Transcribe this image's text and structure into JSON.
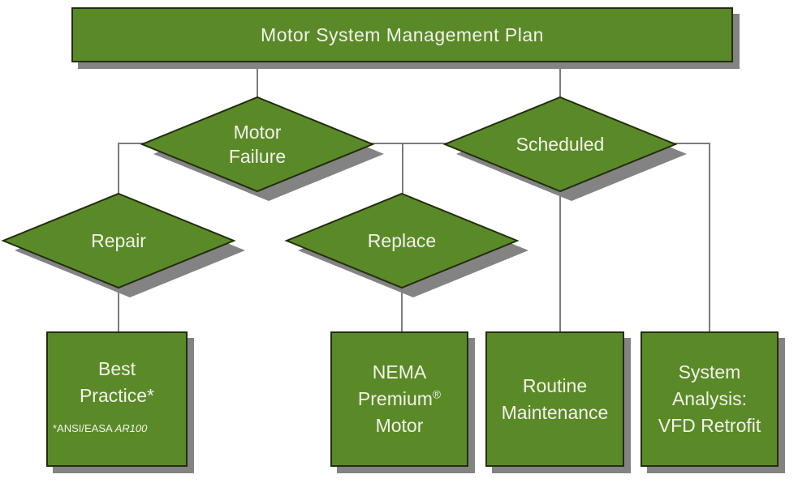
{
  "diagram_type": "flowchart",
  "title": "Motor System Management Plan",
  "nodes": {
    "root": {
      "label": "Motor System Management Plan"
    },
    "motor_failure": {
      "line1": "Motor",
      "line2": "Failure"
    },
    "scheduled": {
      "label": "Scheduled"
    },
    "repair": {
      "label": "Repair"
    },
    "replace": {
      "label": "Replace"
    },
    "best_practice": {
      "line1": "Best",
      "line2": "Practice*",
      "footnote_prefix": "*ANSI/EASA ",
      "footnote_standard": "AR100"
    },
    "nema_premium_motor": {
      "line1": "NEMA",
      "line2": "Premium",
      "registered_symbol": "®",
      "line3": "Motor"
    },
    "routine_maintenance": {
      "line1": "Routine",
      "line2": "Maintenance"
    },
    "system_analysis": {
      "line1": "System",
      "line2": "Analysis:",
      "line3": "VFD Retrofit"
    }
  },
  "edges": [
    {
      "from": "Motor System Management Plan",
      "to": "Motor Failure"
    },
    {
      "from": "Motor System Management Plan",
      "to": "Scheduled"
    },
    {
      "from": "Motor Failure",
      "to": "Repair"
    },
    {
      "from": "Motor Failure",
      "to": "Replace"
    },
    {
      "from": "Repair",
      "to": "Best Practice*"
    },
    {
      "from": "Replace",
      "to": "NEMA Premium® Motor"
    },
    {
      "from": "Scheduled",
      "to": "Routine Maintenance"
    },
    {
      "from": "Scheduled",
      "to": "System Analysis: VFD Retrofit"
    }
  ],
  "colors": {
    "node_fill": "#5a8a28",
    "node_border": "#232c0e",
    "shadow": "#838383",
    "label_text": "#f2f2e8",
    "connector": "#7b7b7b",
    "background": "#ffffff"
  }
}
